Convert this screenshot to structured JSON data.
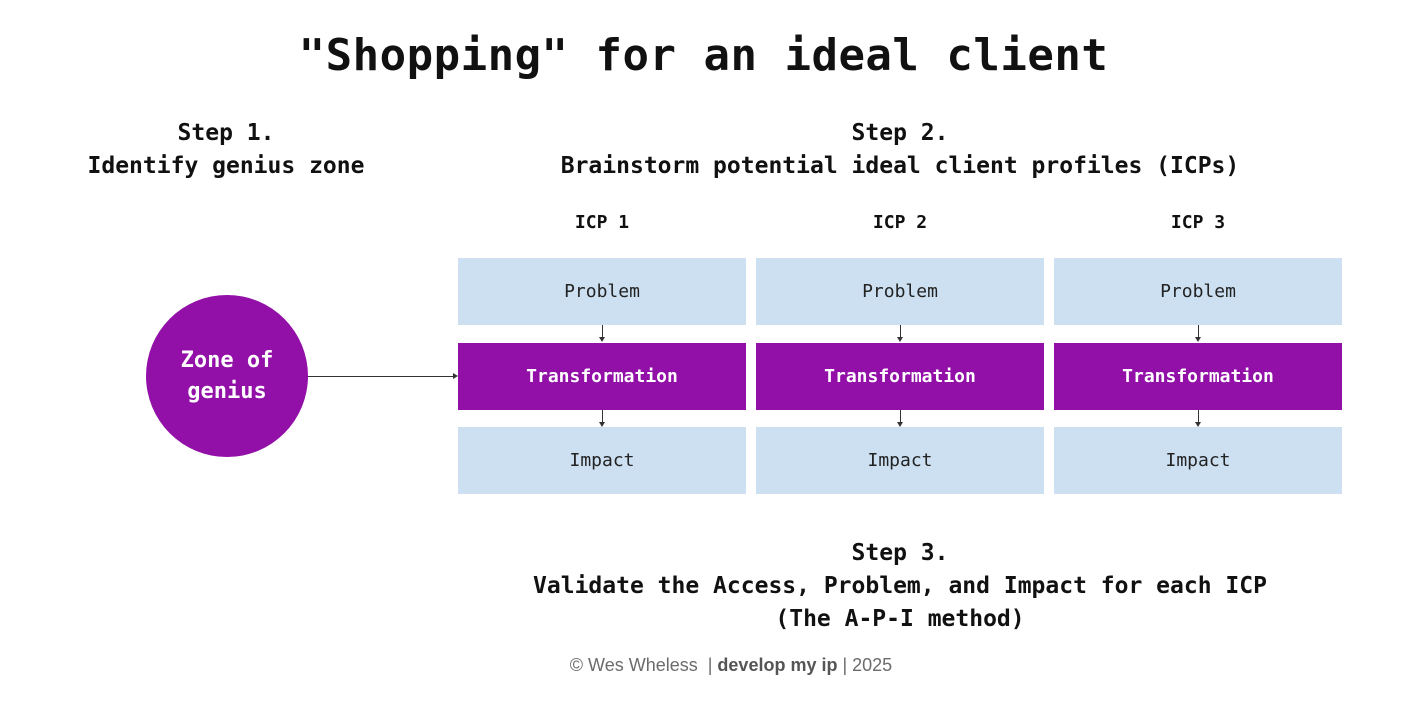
{
  "title": "\"Shopping\" for an ideal client",
  "step1": {
    "line1": "Step 1.",
    "line2": "Identify genius zone"
  },
  "step2": {
    "line1": "Step 2.",
    "line2": "Brainstorm potential ideal client profiles (ICPs)"
  },
  "step3": {
    "line1": "Step 3.",
    "line2": "Validate the Access, Problem, and Impact for each ICP",
    "line3": "(The A-P-I method)"
  },
  "zone": {
    "line1": "Zone of",
    "line2": "genius"
  },
  "icps": [
    {
      "label": "ICP 1",
      "problem": "Problem",
      "transformation": "Transformation",
      "impact": "Impact"
    },
    {
      "label": "ICP 2",
      "problem": "Problem",
      "transformation": "Transformation",
      "impact": "Impact"
    },
    {
      "label": "ICP 3",
      "problem": "Problem",
      "transformation": "Transformation",
      "impact": "Impact"
    }
  ],
  "footer": {
    "author": "© Wes Wheless  | ",
    "brand": "develop my ip",
    "year": " | 2025"
  },
  "colors": {
    "purple": "#9210a8",
    "light_blue": "#cce0f2"
  }
}
